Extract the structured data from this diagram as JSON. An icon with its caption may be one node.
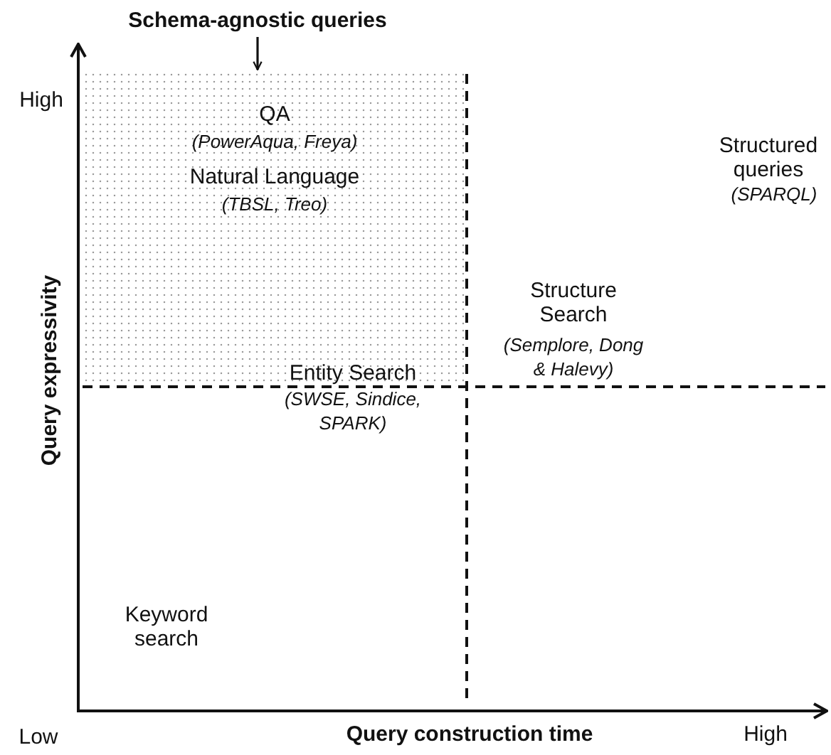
{
  "diagram": {
    "nodes": [
      {
        "text": [
          "Schema-agnostic queries"
        ]
      },
      {
        "text": [
          "QA",
          "(PowerAqua, Freya)",
          "Natural Language",
          "(TBSL, Treo)"
        ]
      }
    ],
    "edges": [
      {
        "from": 0,
        "to": 1,
        "arrow": "to"
      }
    ],
    "labels": [
      "High",
      "Query expressivity",
      "Entity Search",
      "(SWSE, Sindice, SPARK)",
      "Structured queries",
      "(SPARQL)",
      "Structure Search",
      "(Semplore, Dong & Halevy)",
      "Keyword search",
      "Low",
      "Query construction time",
      "High"
    ]
  }
}
